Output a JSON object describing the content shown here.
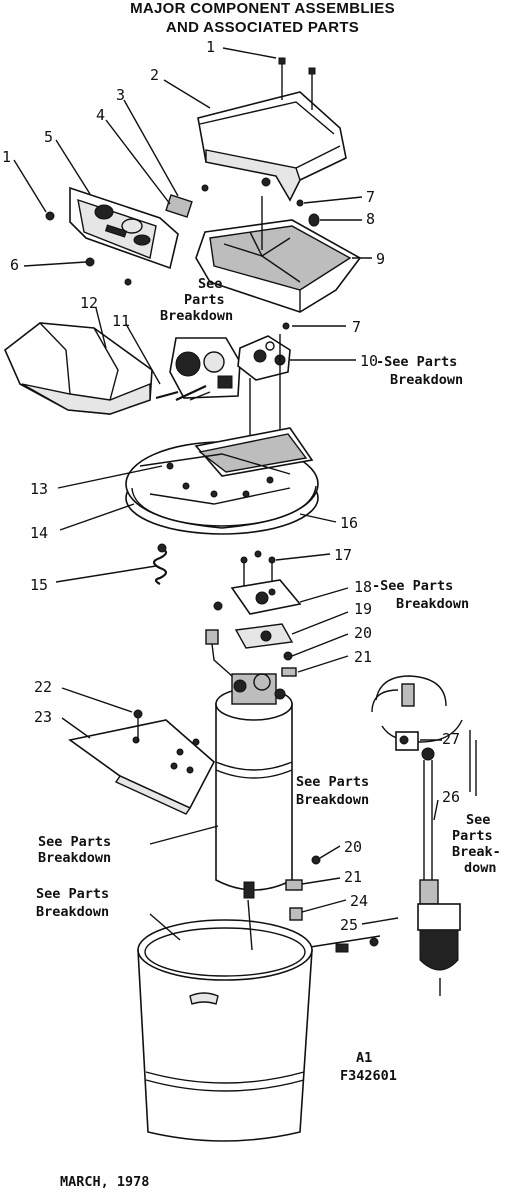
{
  "title": {
    "line1": "MAJOR COMPONENT ASSEMBLIES",
    "line2": "AND ASSOCIATED PARTS"
  },
  "callouts": [
    "1",
    "2",
    "3",
    "4",
    "5",
    "1",
    "6",
    "7",
    "8",
    "9",
    "7",
    "10",
    "11",
    "12",
    "13",
    "14",
    "15",
    "16",
    "17",
    "18",
    "19",
    "20",
    "21",
    "22",
    "23",
    "20",
    "21",
    "24",
    "25",
    "26",
    "27"
  ],
  "notes": {
    "see": "See",
    "parts": "Parts",
    "breakdown": "Breakdown",
    "see_parts": "See Parts",
    "break": "Break-",
    "down": "down",
    "suffix_10": "-See Parts",
    "suffix_18": "-See Parts"
  },
  "drawing_id": {
    "line1": "A1",
    "line2": "F342601"
  },
  "date": "MARCH, 1978"
}
